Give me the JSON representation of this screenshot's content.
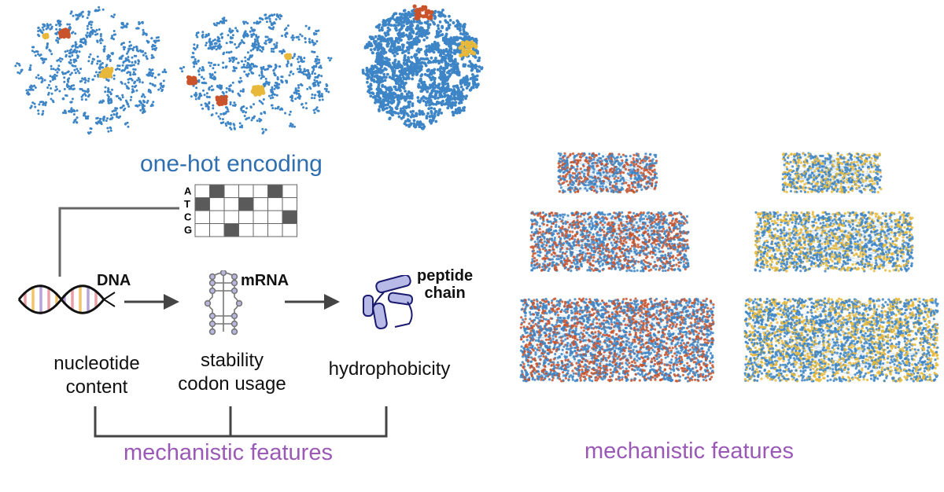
{
  "onehot": {
    "title": "one-hot encoding",
    "rows": [
      "A",
      "T",
      "C",
      "G"
    ],
    "grid": [
      [
        0,
        1,
        0,
        0,
        0,
        1,
        0
      ],
      [
        1,
        0,
        0,
        1,
        0,
        0,
        0
      ],
      [
        0,
        0,
        0,
        0,
        0,
        0,
        1
      ],
      [
        0,
        0,
        1,
        0,
        0,
        0,
        0
      ]
    ]
  },
  "pipeline": {
    "dna": "DNA",
    "mrna": "mRNA",
    "peptide_line1": "peptide",
    "peptide_line2": "chain",
    "nucleotide_line1": "nucleotide",
    "nucleotide_line2": "content",
    "stability_line1": "stability",
    "stability_line2": "codon usage",
    "hydrophobicity": "hydrophobicity"
  },
  "bottom_left_caption": "mechanistic features",
  "right_caption": "mechanistic features",
  "colors": {
    "blue": "#3d85c6",
    "light_blue": "#9fc5e8",
    "orange_red": "#c9532b",
    "gold": "#e8b83a",
    "purple": "#9b59b6",
    "dark_blue_text": "#2f6fb0"
  }
}
